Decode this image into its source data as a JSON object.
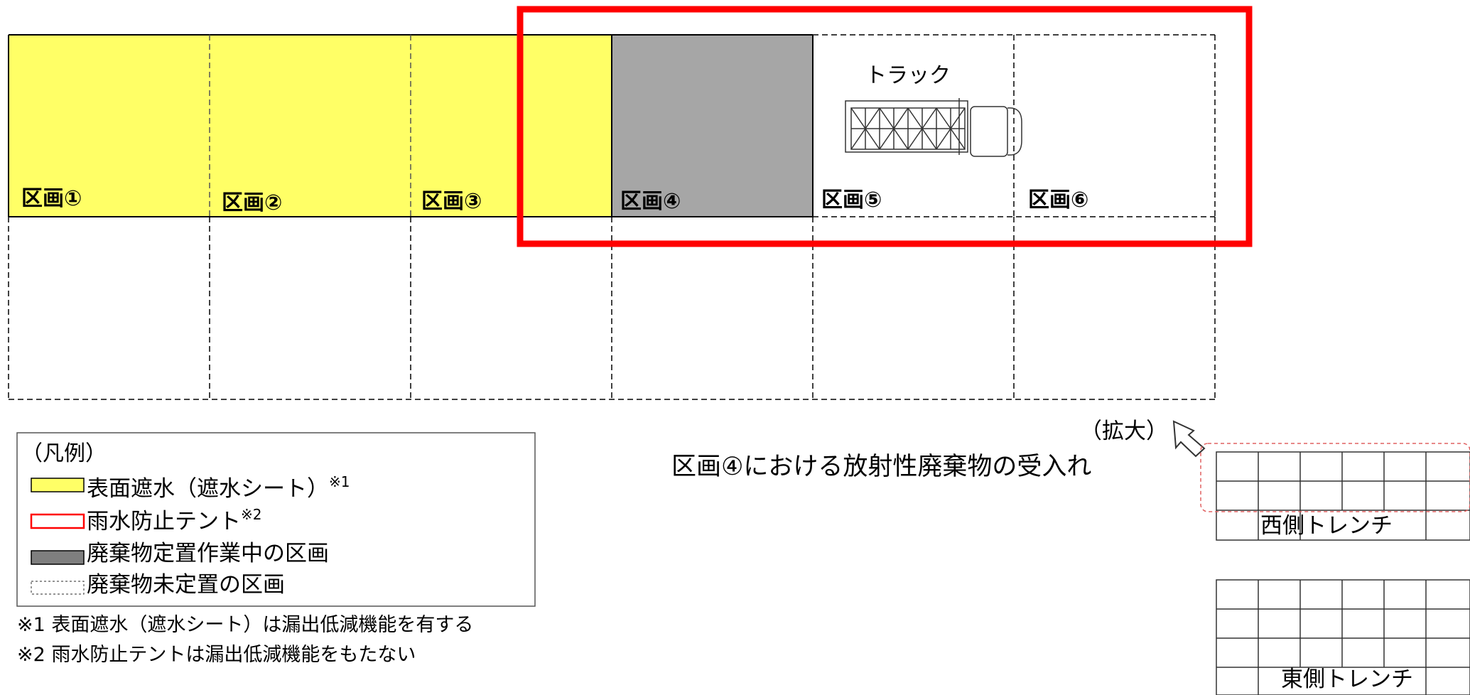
{
  "colors": {
    "cover_sheet": "#ffff66",
    "tent_frame": "#ff0000",
    "active_section": "#a6a6a6",
    "line": "#000000",
    "inset_dash": "#e06060"
  },
  "sections": [
    {
      "label": "区画①",
      "state": "cover"
    },
    {
      "label": "区画②",
      "state": "cover"
    },
    {
      "label": "区画③",
      "state": "cover"
    },
    {
      "label": "区画④",
      "state": "active"
    },
    {
      "label": "区画⑤",
      "state": "empty"
    },
    {
      "label": "区画⑥",
      "state": "empty"
    }
  ],
  "truck_label": "トラック",
  "zoom_label": "（拡大）",
  "zoom_icon": "arrow-pointer-icon",
  "caption": "区画④における放射性廃棄物の受入れ",
  "legend": {
    "title": "（凡例）",
    "items": [
      {
        "swatch": "cover",
        "text": "表面遮水（遮水シート）",
        "sup": "※1"
      },
      {
        "swatch": "tent",
        "text": "雨水防止テント",
        "sup": "※2"
      },
      {
        "swatch": "active",
        "text": "廃棄物定置作業中の区画",
        "sup": ""
      },
      {
        "swatch": "empty",
        "text": "廃棄物未定置の区画",
        "sup": ""
      }
    ]
  },
  "notes": [
    "※1  表面遮水（遮水シート）は漏出低減機能を有する",
    "※2  雨水防止テントは漏出低減機能をもたない"
  ],
  "inset": {
    "west_label": "西側トレンチ",
    "east_label": "東側トレンチ"
  }
}
